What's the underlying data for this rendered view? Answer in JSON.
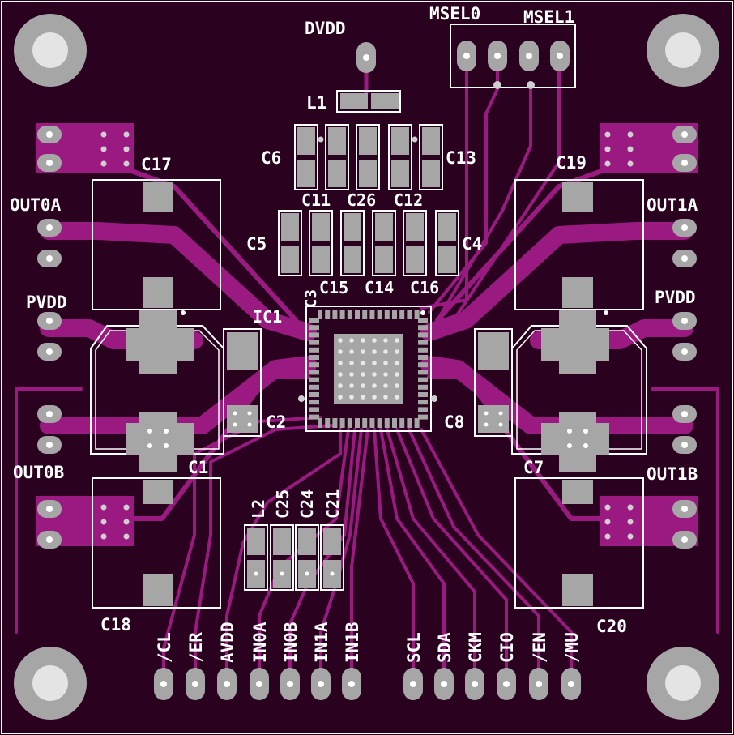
{
  "colors": {
    "board": "#2a0220",
    "copper": "#9a1a82",
    "pad": "#a6a6a6",
    "silkscreen": "#ffffff",
    "drill": "#e0e0e0"
  },
  "components": {
    "ic": "IC1",
    "inductor": "L1",
    "caps_top_row1": [
      "C6",
      "C13"
    ],
    "caps_top_row1_below": [
      "C11",
      "C26",
      "C12"
    ],
    "caps_top_row2": [
      "C5",
      "C4"
    ],
    "caps_top_row2_below": [
      "C3",
      "C15",
      "C14",
      "C16"
    ],
    "left": [
      "C17",
      "C18",
      "C1",
      "C2"
    ],
    "right": [
      "C19",
      "C20",
      "C7",
      "C8"
    ],
    "bottom_caps": [
      "L2",
      "C25",
      "C24",
      "C21"
    ]
  },
  "connectors": {
    "dvdd": "DVDD",
    "msel0": "MSEL0",
    "msel1": "MSEL1",
    "out0a": "OUT0A",
    "out0b": "OUT0B",
    "out1a": "OUT1A",
    "out1b": "OUT1B",
    "pvdd_left": "PVDD",
    "pvdd_right": "PVDD",
    "bottom_pins_left": [
      "/CL",
      "/ER",
      "AVDD",
      "IN0A",
      "IN0B",
      "IN1A",
      "IN1B"
    ],
    "bottom_pins_right": [
      "SCL",
      "SDA",
      "CKM",
      "CIO",
      "/EN",
      "/MU"
    ]
  }
}
